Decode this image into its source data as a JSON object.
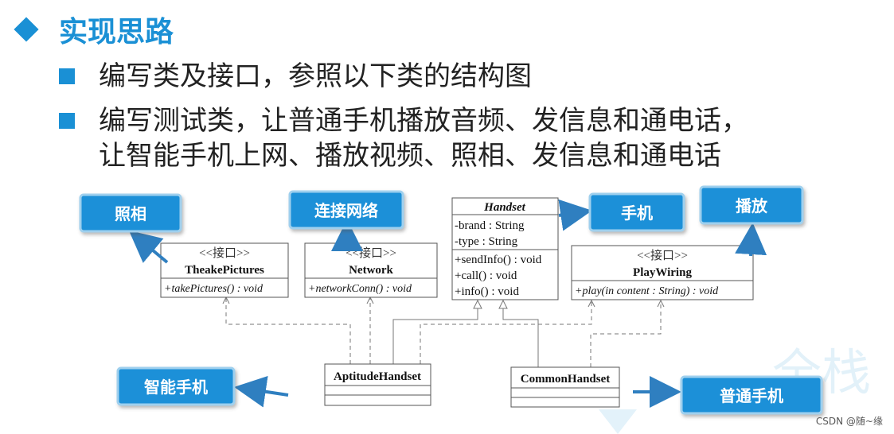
{
  "heading": "实现思路",
  "bullets": {
    "b1": "编写类及接口，参照以下类的结构图",
    "b2_line1": "编写测试类，让普通手机播放音频、发信息和通电话，",
    "b2_line2": "让智能手机上网、播放视频、照相、发信息和通电话"
  },
  "diagram": {
    "classes": {
      "theake": {
        "stereotype": "<<接口>>",
        "name": "TheakePictures",
        "methods": [
          "+takePictures() : void"
        ]
      },
      "network": {
        "stereotype": "<<接口>>",
        "name": "Network",
        "methods": [
          "+networkConn() : void"
        ]
      },
      "handset": {
        "name": "Handset",
        "attributes": [
          "-brand : String",
          "-type : String"
        ],
        "methods": [
          "+sendInfo() : void",
          "+call() : void",
          "+info() : void"
        ]
      },
      "playwiring": {
        "stereotype": "<<接口>>",
        "name": "PlayWiring",
        "methods": [
          "+play(in content : String) : void"
        ]
      },
      "aptitude": {
        "name": "AptitudeHandset"
      },
      "common": {
        "name": "CommonHandset"
      }
    },
    "callouts": {
      "zhaoxiang": "照相",
      "network": "连接网络",
      "shouji": "手机",
      "bofang": "播放",
      "zhineng": "智能手机",
      "putong": "普通手机"
    }
  },
  "watermark": {
    "logo_text": "全栈",
    "credit": "CSDN @随~缘"
  },
  "colors": {
    "accent": "#1a90d5",
    "callout_fill": "#1e90d8",
    "callout_border": "#9fd0ee",
    "arrow": "#2f7fc0"
  }
}
